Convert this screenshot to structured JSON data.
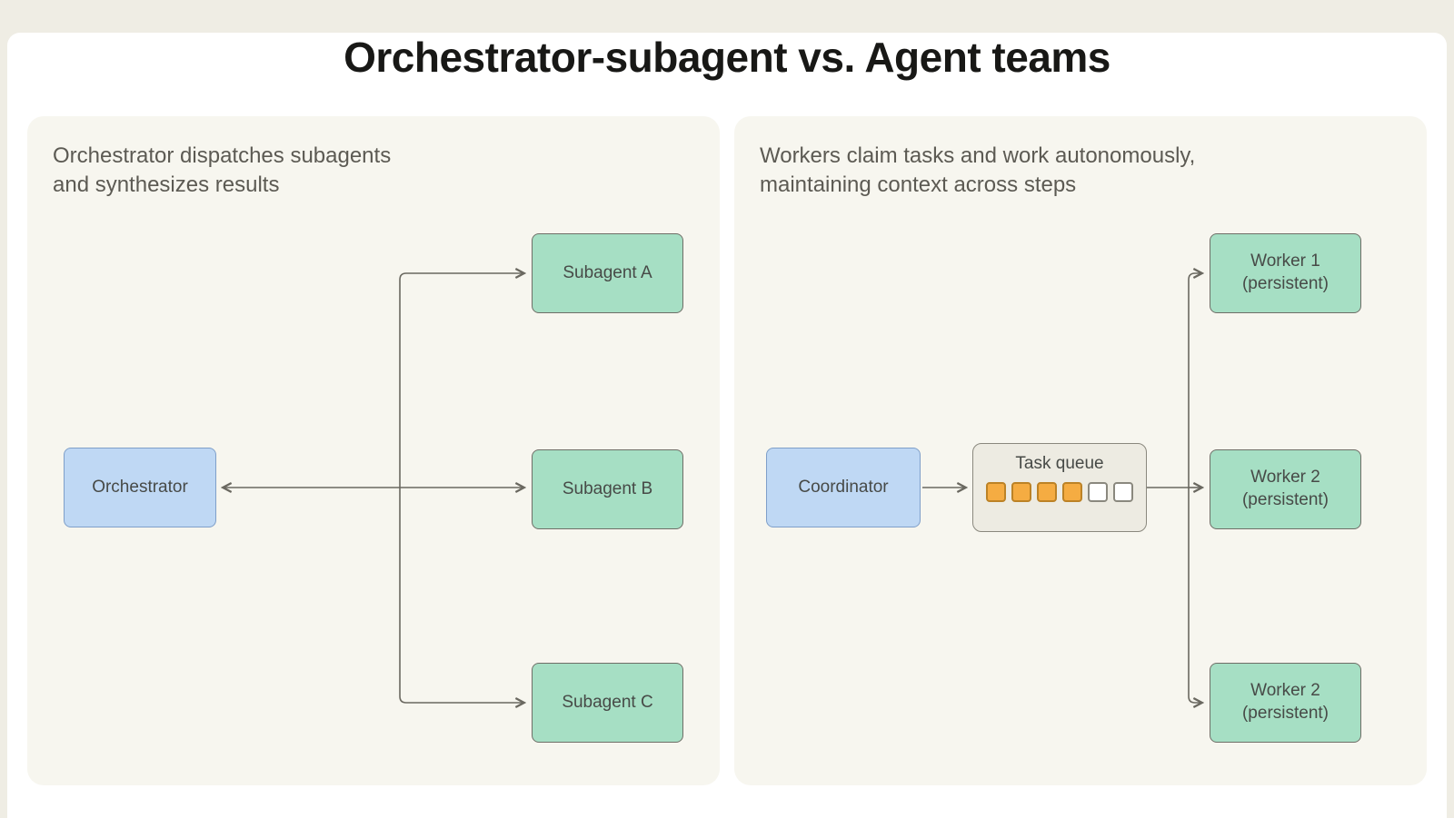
{
  "title": "Orchestrator-subagent vs. Agent teams",
  "left_panel": {
    "caption_line1": "Orchestrator dispatches subagents",
    "caption_line2": "and synthesizes results",
    "orchestrator_label": "Orchestrator",
    "subagents": [
      "Subagent A",
      "Subagent B",
      "Subagent C"
    ]
  },
  "right_panel": {
    "caption_line1": "Workers claim tasks and work autonomously,",
    "caption_line2": "maintaining context across steps",
    "coordinator_label": "Coordinator",
    "task_queue": {
      "label": "Task queue",
      "slots": [
        "filled",
        "filled",
        "filled",
        "filled",
        "empty",
        "empty"
      ]
    },
    "workers": [
      {
        "name": "Worker 1",
        "sub": "(persistent)"
      },
      {
        "name": "Worker 2",
        "sub": "(persistent)"
      },
      {
        "name": "Worker 2",
        "sub": "(persistent)"
      }
    ]
  },
  "colors": {
    "page_background": "#EFEDE4",
    "card_background": "#FFFFFF",
    "panel_background": "#F7F6EF",
    "blue_node_fill": "#BFD8F4",
    "blue_node_border": "#7F9FC9",
    "green_node_fill": "#A6DFC4",
    "green_node_border": "#6F6E67",
    "queue_fill": "#EDEBE2",
    "queue_border": "#8A887E",
    "slot_filled": "#F5AC42",
    "slot_filled_border": "#BC8226",
    "connector": "#6A6860",
    "title_text": "#181816",
    "caption_text": "#5C5A53"
  }
}
